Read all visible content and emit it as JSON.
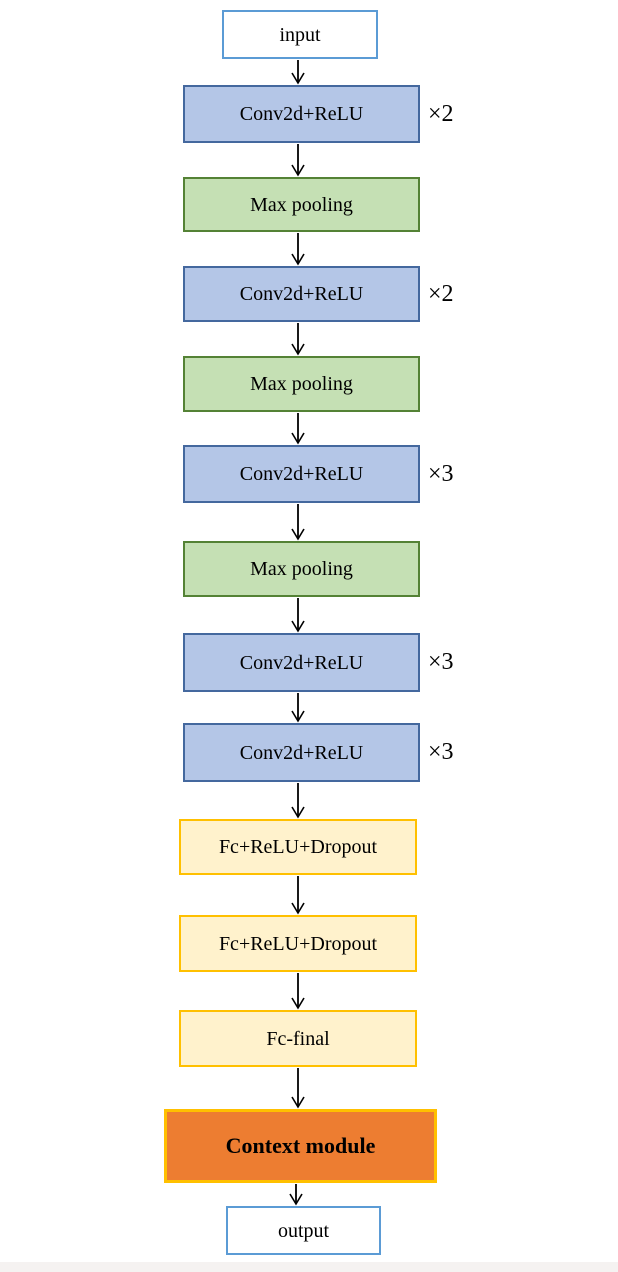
{
  "diagram": {
    "nodes": [
      {
        "id": "input",
        "label": "input",
        "type": "io"
      },
      {
        "id": "conv-block-1",
        "label": "Conv2d+ReLU",
        "type": "conv",
        "multiplier": "×2"
      },
      {
        "id": "pool-1",
        "label": "Max pooling",
        "type": "pool"
      },
      {
        "id": "conv-block-2",
        "label": "Conv2d+ReLU",
        "type": "conv",
        "multiplier": "×2"
      },
      {
        "id": "pool-2",
        "label": "Max pooling",
        "type": "pool"
      },
      {
        "id": "conv-block-3",
        "label": "Conv2d+ReLU",
        "type": "conv",
        "multiplier": "×3"
      },
      {
        "id": "pool-3",
        "label": "Max pooling",
        "type": "pool"
      },
      {
        "id": "conv-block-4",
        "label": "Conv2d+ReLU",
        "type": "conv",
        "multiplier": "×3"
      },
      {
        "id": "conv-block-5",
        "label": "Conv2d+ReLU",
        "type": "conv",
        "multiplier": "×3"
      },
      {
        "id": "fc-1",
        "label": "Fc+ReLU+Dropout",
        "type": "fc"
      },
      {
        "id": "fc-2",
        "label": "Fc+ReLU+Dropout",
        "type": "fc"
      },
      {
        "id": "fc-final",
        "label": "Fc-final",
        "type": "fc"
      },
      {
        "id": "context",
        "label": "Context module",
        "type": "context"
      },
      {
        "id": "output",
        "label": "output",
        "type": "io"
      }
    ],
    "colors": {
      "io_fill": "#ffffff",
      "io_border": "#5b9bd5",
      "conv_fill": "#b4c6e7",
      "conv_border": "#44689e",
      "pool_fill": "#c5e0b4",
      "pool_border": "#548235",
      "fc_fill": "#fff2cc",
      "fc_border": "#ffc000",
      "context_fill": "#ed7d31",
      "context_border": "#ffc000",
      "arrow": "#000000",
      "footer_strip": "#f5f2f1"
    }
  }
}
